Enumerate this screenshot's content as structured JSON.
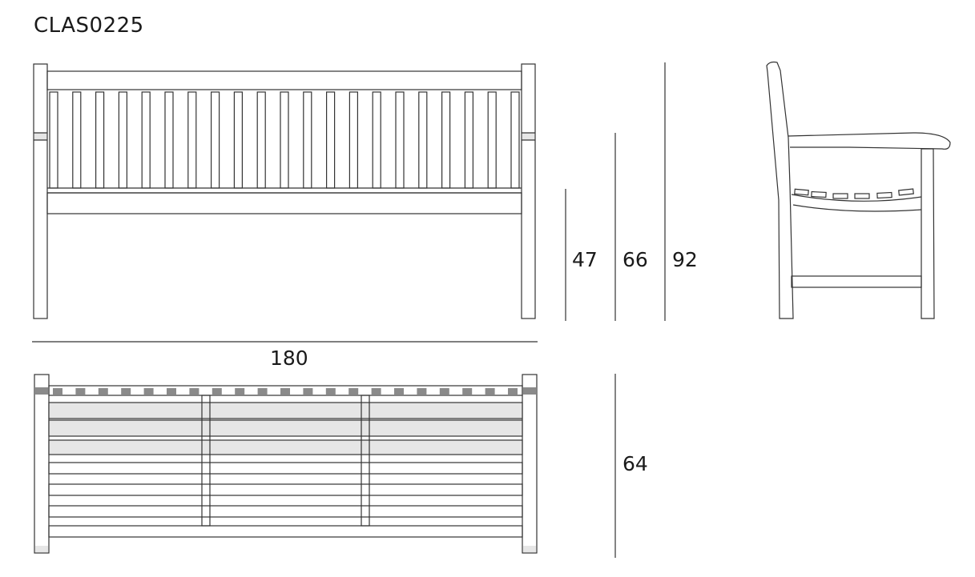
{
  "model_code": "CLAS0225",
  "dimensions": {
    "width": "180",
    "seat_height": "47",
    "arm_height": "66",
    "total_height": "92",
    "depth": "64"
  },
  "views": [
    "front-view",
    "side-view",
    "top-view"
  ],
  "colors": {
    "line": "#333333",
    "shade_light": "#e6e6e6",
    "shade_dark": "#8a8a8a"
  }
}
